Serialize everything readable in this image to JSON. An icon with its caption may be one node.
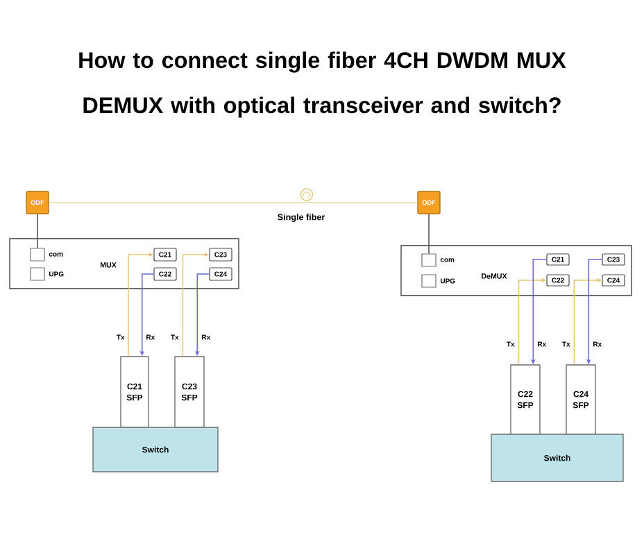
{
  "diagram": {
    "title": "How to connect single fiber 4CH DWDM MUX DEMUX with optical transceiver and switch?",
    "nodes": [
      {
        "text": [
          "ODF"
        ]
      },
      {
        "text": [
          "ODF"
        ]
      },
      {
        "text": [
          "MUX"
        ]
      },
      {
        "text": [],
        "shape": "box",
        "beside": [
          "com"
        ],
        "in": 2
      },
      {
        "text": [],
        "shape": "box",
        "beside": [
          "UPG"
        ],
        "in": 2
      },
      {
        "text": [
          "C21"
        ],
        "in": 2
      },
      {
        "text": [
          "C22"
        ],
        "in": 2
      },
      {
        "text": [
          "C23"
        ],
        "in": 2
      },
      {
        "text": [
          "C24"
        ],
        "in": 2
      },
      {
        "text": [
          "C21 SFP"
        ]
      },
      {
        "text": [
          "C23 SFP"
        ]
      },
      {
        "text": [
          "Switch"
        ]
      },
      {
        "text": [
          "DeMUX"
        ]
      },
      {
        "text": [],
        "shape": "box",
        "beside": [
          "com"
        ],
        "in": 12
      },
      {
        "text": [],
        "shape": "box",
        "beside": [
          "UPG"
        ],
        "in": 12
      },
      {
        "text": [
          "C21"
        ],
        "in": 12
      },
      {
        "text": [
          "C22"
        ],
        "in": 12
      },
      {
        "text": [
          "C23"
        ],
        "in": 12
      },
      {
        "text": [
          "C24"
        ],
        "in": 12
      },
      {
        "text": [
          "C22 SFP"
        ]
      },
      {
        "text": [
          "C24 SFP"
        ]
      },
      {
        "text": [
          "Switch"
        ]
      }
    ],
    "edges": [
      {
        "from": 0,
        "to": 1,
        "arrow": "none",
        "label": "Single fiber",
        "color": "#e9d9a2"
      },
      {
        "from": 0,
        "to": 3,
        "arrow": "none",
        "color": "#555555"
      },
      {
        "from": 9,
        "to": 5,
        "arrow": "to",
        "label": "Tx",
        "color": "#e8c66e"
      },
      {
        "from": 6,
        "to": 9,
        "arrow": "to",
        "label": "Rx",
        "color": "#6a6ad6"
      },
      {
        "from": 10,
        "to": 7,
        "arrow": "to",
        "label": "Tx",
        "color": "#e8c66e"
      },
      {
        "from": 8,
        "to": 10,
        "arrow": "to",
        "label": "Rx",
        "color": "#6a6ad6"
      },
      {
        "from": 1,
        "to": 13,
        "arrow": "none",
        "color": "#555555"
      },
      {
        "from": 19,
        "to": 16,
        "arrow": "to",
        "label": "Tx",
        "color": "#e8c66e"
      },
      {
        "from": 15,
        "to": 19,
        "arrow": "to",
        "label": "Rx",
        "color": "#6a6ad6"
      },
      {
        "from": 20,
        "to": 18,
        "arrow": "to",
        "label": "Tx",
        "color": "#e8c66e"
      },
      {
        "from": 17,
        "to": 20,
        "arrow": "to",
        "label": "Rx",
        "color": "#6a6ad6"
      }
    ]
  }
}
